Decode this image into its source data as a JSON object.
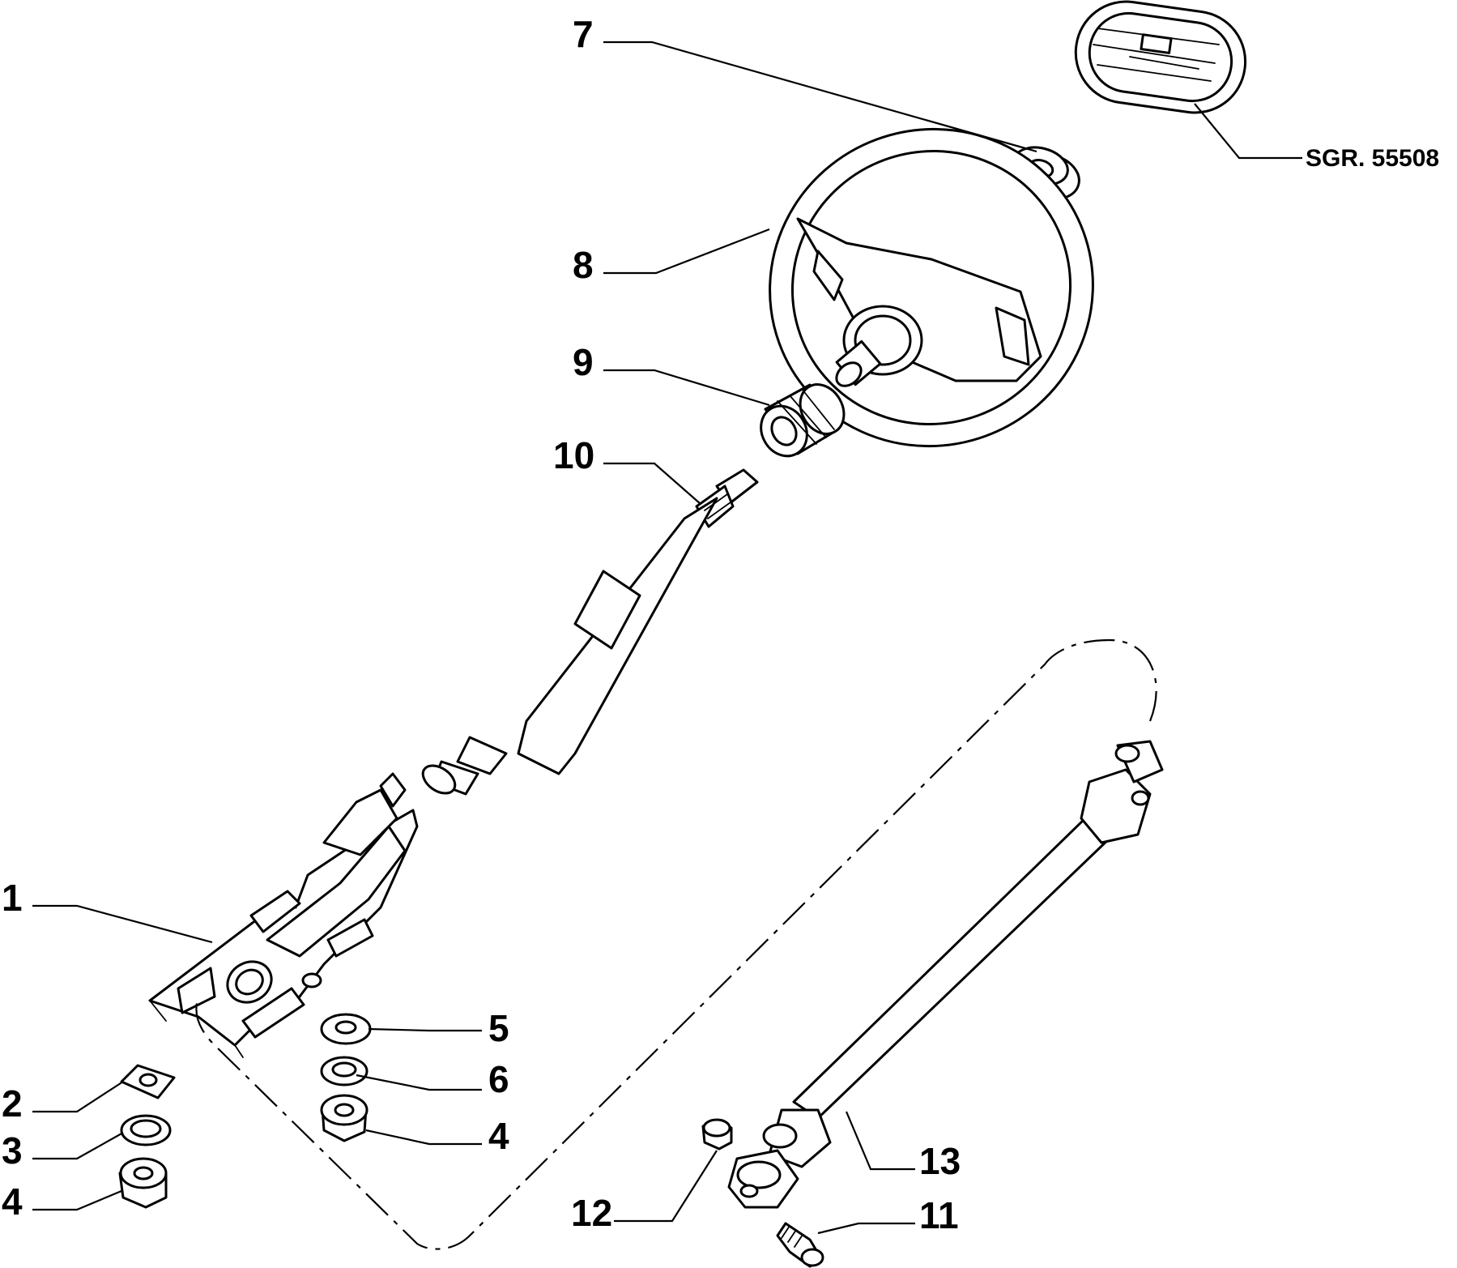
{
  "reference_code": "SGR. 55508",
  "callouts": {
    "c1": "1",
    "c2": "2",
    "c3": "3",
    "c4a": "4",
    "c4b": "4",
    "c5": "5",
    "c6": "6",
    "c7": "7",
    "c8": "8",
    "c9": "9",
    "c10": "10",
    "c11": "11",
    "c12": "12",
    "c13": "13"
  }
}
